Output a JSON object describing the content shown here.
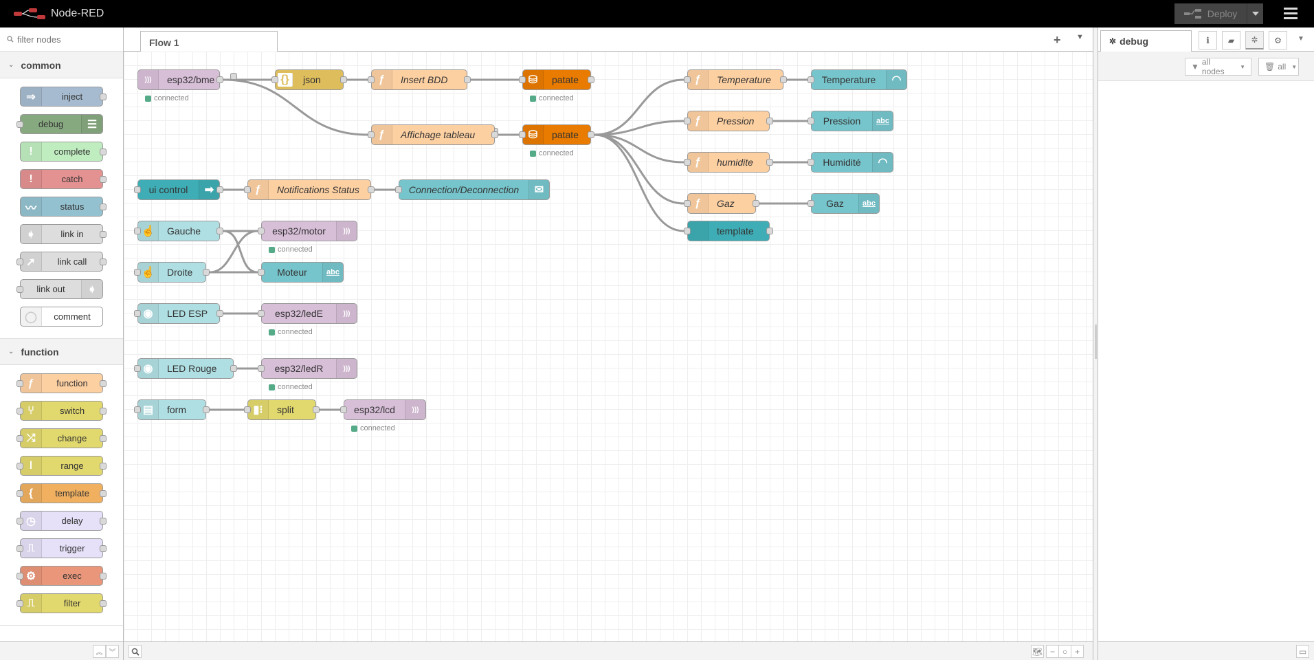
{
  "app": {
    "title": "Node-RED"
  },
  "header": {
    "deploy_label": "Deploy"
  },
  "palette": {
    "search_placeholder": "filter nodes",
    "categories": [
      {
        "name": "common",
        "nodes": [
          {
            "label": "inject",
            "color": "#a6bbcf",
            "icon": "inject-arrow-icon",
            "glyph": "⇒",
            "inputs": false,
            "outputs": true,
            "icon_right": false
          },
          {
            "label": "debug",
            "color": "#87a980",
            "icon": "debug-list-icon",
            "glyph": "☰",
            "inputs": true,
            "outputs": false,
            "icon_right": true
          },
          {
            "label": "complete",
            "color": "#c0edc0",
            "icon": "exclamation-icon",
            "glyph": "!",
            "inputs": false,
            "outputs": true,
            "icon_right": false
          },
          {
            "label": "catch",
            "color": "#e49191",
            "icon": "exclamation-icon",
            "glyph": "!",
            "inputs": false,
            "outputs": true,
            "icon_right": false
          },
          {
            "label": "status",
            "color": "#94c1d0",
            "icon": "pulse-icon",
            "glyph": "〰",
            "inputs": false,
            "outputs": true,
            "icon_right": false
          },
          {
            "label": "link in",
            "color": "#dddddd",
            "icon": "link-in-icon",
            "glyph": "➧",
            "inputs": false,
            "outputs": true,
            "icon_right": false
          },
          {
            "label": "link call",
            "color": "#dddddd",
            "icon": "link-call-icon",
            "glyph": "➚",
            "inputs": true,
            "outputs": true,
            "icon_right": false
          },
          {
            "label": "link out",
            "color": "#dddddd",
            "icon": "link-out-icon",
            "glyph": "➧",
            "inputs": true,
            "outputs": false,
            "icon_right": true
          },
          {
            "label": "comment",
            "color": "#ffffff",
            "icon": "comment-bubble-icon",
            "glyph": "◯",
            "inputs": false,
            "outputs": false,
            "icon_right": false
          }
        ]
      },
      {
        "name": "function",
        "nodes": [
          {
            "label": "function",
            "color": "#fdd0a2",
            "icon": "function-icon",
            "glyph": "ƒ",
            "inputs": true,
            "outputs": true,
            "icon_right": false
          },
          {
            "label": "switch",
            "color": "#e2d96e",
            "icon": "switch-icon",
            "glyph": "⑂",
            "inputs": true,
            "outputs": true,
            "icon_right": false
          },
          {
            "label": "change",
            "color": "#e2d96e",
            "icon": "shuffle-icon",
            "glyph": "⤮",
            "inputs": true,
            "outputs": true,
            "icon_right": false
          },
          {
            "label": "range",
            "color": "#e2d96e",
            "icon": "range-icon",
            "glyph": "ǀ",
            "inputs": true,
            "outputs": true,
            "icon_right": false
          },
          {
            "label": "template",
            "color": "#f0b060",
            "icon": "brace-icon",
            "glyph": "{",
            "inputs": true,
            "outputs": true,
            "icon_right": false
          },
          {
            "label": "delay",
            "color": "#e6e0f8",
            "icon": "timer-icon",
            "glyph": "◷",
            "inputs": true,
            "outputs": true,
            "icon_right": false
          },
          {
            "label": "trigger",
            "color": "#e6e0f8",
            "icon": "trigger-pulse-icon",
            "glyph": "⎍",
            "inputs": true,
            "outputs": true,
            "icon_right": false
          },
          {
            "label": "exec",
            "color": "#e9967a",
            "icon": "cog-icon",
            "glyph": "⚙",
            "inputs": true,
            "outputs": true,
            "icon_right": false
          },
          {
            "label": "filter",
            "color": "#e2d96e",
            "icon": "filter-pulse-icon",
            "glyph": "⎍",
            "inputs": true,
            "outputs": true,
            "icon_right": false
          }
        ]
      }
    ]
  },
  "workspace": {
    "tabs": [
      {
        "label": "Flow 1"
      }
    ],
    "nodes": [
      {
        "id": "n1",
        "label": "esp32/bme",
        "color": "#d8bfd8",
        "icon": "mqtt-wave-icon",
        "glyph": ")))",
        "italic": false,
        "status": "connected",
        "inputs": false,
        "outputs": true,
        "icon_right": false
      },
      {
        "id": "n2",
        "label": "json",
        "color": "#debd5c",
        "icon": "json-braces-icon",
        "glyph": "{}",
        "italic": false,
        "inputs": true,
        "outputs": true,
        "icon_right": false
      },
      {
        "id": "n3",
        "label": "Insert BDD",
        "color": "#fdd0a2",
        "icon": "function-icon",
        "glyph": "ƒ",
        "italic": true,
        "inputs": true,
        "outputs": true,
        "icon_right": false
      },
      {
        "id": "n4",
        "label": "patate",
        "color": "#e97b00",
        "icon": "database-icon",
        "glyph": "⛁",
        "italic": false,
        "status": "connected",
        "inputs": true,
        "outputs": true,
        "icon_right": false
      },
      {
        "id": "n5",
        "label": "Affichage tableau",
        "color": "#fdd0a2",
        "icon": "function-icon",
        "glyph": "ƒ",
        "italic": true,
        "inputs": true,
        "outputs": true,
        "icon_right": false
      },
      {
        "id": "n6",
        "label": "patate",
        "color": "#e97b00",
        "icon": "database-icon",
        "glyph": "⛁",
        "italic": false,
        "status": "connected",
        "inputs": true,
        "outputs": true,
        "icon_right": false
      },
      {
        "id": "n7",
        "label": "Temperature",
        "color": "#fdd0a2",
        "icon": "function-icon",
        "glyph": "ƒ",
        "italic": true,
        "inputs": true,
        "outputs": true,
        "icon_right": false
      },
      {
        "id": "n8",
        "label": "Temperature",
        "color": "#77c5cc",
        "icon": "gauge-icon",
        "glyph": "◠",
        "italic": false,
        "inputs": true,
        "outputs": false,
        "icon_right": true
      },
      {
        "id": "n9",
        "label": "Pression",
        "color": "#fdd0a2",
        "icon": "function-icon",
        "glyph": "ƒ",
        "italic": true,
        "inputs": true,
        "outputs": true,
        "icon_right": false
      },
      {
        "id": "n10",
        "label": "Pression",
        "color": "#77c5cc",
        "icon": "text-abc-icon",
        "glyph": "abc",
        "italic": false,
        "inputs": true,
        "outputs": false,
        "icon_right": true
      },
      {
        "id": "n11",
        "label": "humidite",
        "color": "#fdd0a2",
        "icon": "function-icon",
        "glyph": "ƒ",
        "italic": true,
        "inputs": true,
        "outputs": true,
        "icon_right": false
      },
      {
        "id": "n12",
        "label": "Humidité",
        "color": "#77c5cc",
        "icon": "gauge-icon",
        "glyph": "◠",
        "italic": false,
        "inputs": true,
        "outputs": false,
        "icon_right": true
      },
      {
        "id": "n13",
        "label": "Gaz",
        "color": "#fdd0a2",
        "icon": "function-icon",
        "glyph": "ƒ",
        "italic": true,
        "inputs": true,
        "outputs": true,
        "icon_right": false
      },
      {
        "id": "n14",
        "label": "Gaz",
        "color": "#77c5cc",
        "icon": "text-abc-icon",
        "glyph": "abc",
        "italic": false,
        "inputs": true,
        "outputs": false,
        "icon_right": true
      },
      {
        "id": "n15",
        "label": "template",
        "color": "#3fadb5",
        "icon": "code-icon",
        "glyph": "</>",
        "italic": false,
        "inputs": true,
        "outputs": true,
        "icon_right": false
      },
      {
        "id": "n16",
        "label": "ui control",
        "color": "#3fadb5",
        "icon": "arrow-right-icon",
        "glyph": "➡",
        "italic": false,
        "inputs": true,
        "outputs": true,
        "icon_right": true
      },
      {
        "id": "n17",
        "label": "Notifications Status",
        "color": "#fdd0a2",
        "icon": "function-icon",
        "glyph": "ƒ",
        "italic": true,
        "inputs": true,
        "outputs": true,
        "icon_right": false
      },
      {
        "id": "n18",
        "label": "Connection/Deconnection",
        "color": "#77c5cc",
        "icon": "envelope-icon",
        "glyph": "✉",
        "italic": true,
        "inputs": true,
        "outputs": false,
        "icon_right": true
      },
      {
        "id": "n19",
        "label": "Gauche",
        "color": "#b0dfe3",
        "icon": "hand-pointer-icon",
        "glyph": "☝",
        "italic": false,
        "inputs": true,
        "outputs": true,
        "icon_right": false
      },
      {
        "id": "n20",
        "label": "esp32/motor",
        "color": "#d8bfd8",
        "icon": "mqtt-wave-icon",
        "glyph": ")))",
        "italic": false,
        "status": "connected",
        "inputs": true,
        "outputs": false,
        "icon_right": true
      },
      {
        "id": "n21",
        "label": "Droite",
        "color": "#b0dfe3",
        "icon": "hand-pointer-icon",
        "glyph": "☝",
        "italic": false,
        "inputs": true,
        "outputs": true,
        "icon_right": false
      },
      {
        "id": "n22",
        "label": "Moteur",
        "color": "#77c5cc",
        "icon": "text-abc-icon",
        "glyph": "abc",
        "italic": false,
        "inputs": true,
        "outputs": false,
        "icon_right": true
      },
      {
        "id": "n23",
        "label": "LED ESP",
        "color": "#b0dfe3",
        "icon": "toggle-icon",
        "glyph": "◉",
        "italic": false,
        "inputs": true,
        "outputs": true,
        "icon_right": false
      },
      {
        "id": "n24",
        "label": "esp32/ledE",
        "color": "#d8bfd8",
        "icon": "mqtt-wave-icon",
        "glyph": ")))",
        "italic": false,
        "status": "connected",
        "inputs": true,
        "outputs": false,
        "icon_right": true
      },
      {
        "id": "n25",
        "label": "LED Rouge",
        "color": "#b0dfe3",
        "icon": "toggle-icon",
        "glyph": "◉",
        "italic": false,
        "inputs": true,
        "outputs": true,
        "icon_right": false
      },
      {
        "id": "n26",
        "label": "esp32/ledR",
        "color": "#d8bfd8",
        "icon": "mqtt-wave-icon",
        "glyph": ")))",
        "italic": false,
        "status": "connected",
        "inputs": true,
        "outputs": false,
        "icon_right": true
      },
      {
        "id": "n27",
        "label": "form",
        "color": "#b0dfe3",
        "icon": "form-icon",
        "glyph": "▤",
        "italic": false,
        "inputs": true,
        "outputs": true,
        "icon_right": false
      },
      {
        "id": "n28",
        "label": "split",
        "color": "#e2d96e",
        "icon": "split-icon",
        "glyph": "▮⁝",
        "italic": false,
        "inputs": true,
        "outputs": true,
        "icon_right": false
      },
      {
        "id": "n29",
        "label": "esp32/lcd",
        "color": "#d8bfd8",
        "icon": "mqtt-wave-icon",
        "glyph": ")))",
        "italic": false,
        "status": "connected",
        "inputs": true,
        "outputs": false,
        "icon_right": true
      }
    ],
    "links": [
      [
        "n1",
        "n2"
      ],
      [
        "n1",
        "n5"
      ],
      [
        "n2",
        "n3"
      ],
      [
        "n3",
        "n4"
      ],
      [
        "n5",
        "n6"
      ],
      [
        "n6",
        "n7"
      ],
      [
        "n6",
        "n9"
      ],
      [
        "n6",
        "n11"
      ],
      [
        "n6",
        "n13"
      ],
      [
        "n6",
        "n15"
      ],
      [
        "n7",
        "n8"
      ],
      [
        "n9",
        "n10"
      ],
      [
        "n11",
        "n12"
      ],
      [
        "n13",
        "n14"
      ],
      [
        "n16",
        "n17"
      ],
      [
        "n17",
        "n18"
      ],
      [
        "n19",
        "n20"
      ],
      [
        "n19",
        "n22"
      ],
      [
        "n21",
        "n20"
      ],
      [
        "n21",
        "n22"
      ],
      [
        "n23",
        "n24"
      ],
      [
        "n25",
        "n26"
      ],
      [
        "n27",
        "n28"
      ],
      [
        "n28",
        "n29"
      ]
    ]
  },
  "sidebar": {
    "active_tab": "debug",
    "filter_label": "all nodes",
    "clear_label": "all"
  }
}
